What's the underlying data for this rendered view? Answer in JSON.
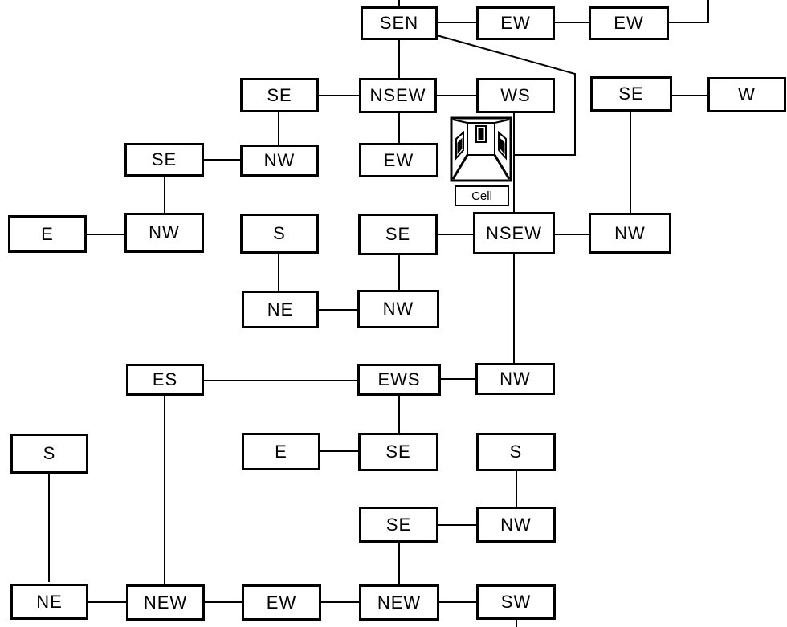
{
  "rooms": {
    "r1": "SEN",
    "r2": "EW",
    "r3": "EW",
    "r4": "SE",
    "r5": "NSEW",
    "r6": "WS",
    "r7": "SE",
    "r8": "W",
    "r9": "SE",
    "r10": "NW",
    "r11": "EW",
    "r12": "E",
    "r13": "NW",
    "r14": "S",
    "r15": "SE",
    "r16": "NSEW",
    "r17": "NW",
    "r18": "NE",
    "r19": "NW",
    "r20": "ES",
    "r21": "EWS",
    "r22": "NW",
    "r23": "S",
    "r24": "E",
    "r25": "SE",
    "r26": "S",
    "r27": "SE",
    "r28": "NW",
    "r29": "NE",
    "r30": "NEW",
    "r31": "EW",
    "r32": "NEW",
    "r33": "SW"
  },
  "cell": {
    "label": "Cell"
  },
  "colors": {
    "line": "#000000",
    "background": "#ffffff"
  }
}
